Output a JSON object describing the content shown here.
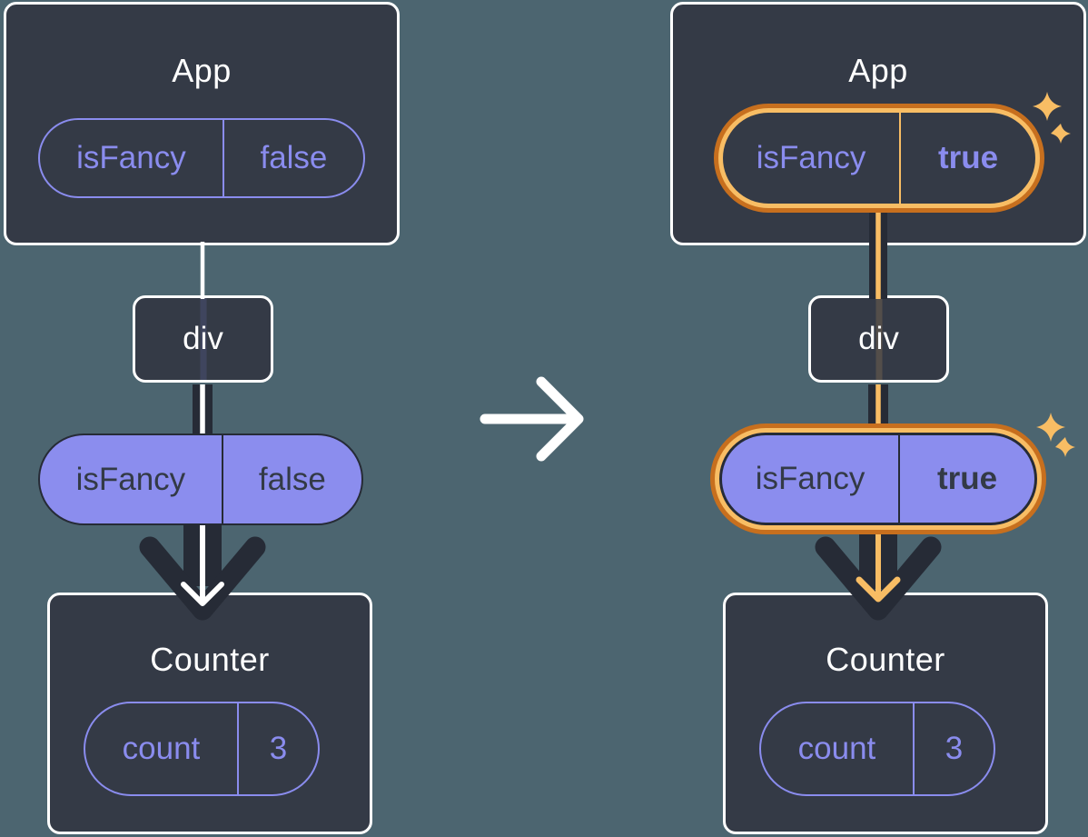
{
  "colors": {
    "background": "#4C6570",
    "panel_fill": "#343A46",
    "panel_border": "#FFFFFF",
    "accent_purple": "#8A8CEE",
    "pill_fill_purple": "#8B8DEE",
    "dark_text": "#333A46",
    "arrow_dark": "#262B36",
    "orange_outer": "#C76F1E",
    "orange_inner": "#F8BD64",
    "white": "#FFFFFF"
  },
  "before": {
    "app": {
      "title": "App",
      "state_name": "isFancy",
      "state_value": "false"
    },
    "middle": {
      "label": "div"
    },
    "prop": {
      "name": "isFancy",
      "value": "false"
    },
    "counter": {
      "title": "Counter",
      "state_name": "count",
      "state_value": "3"
    }
  },
  "after": {
    "app": {
      "title": "App",
      "state_name": "isFancy",
      "state_value": "true"
    },
    "middle": {
      "label": "div"
    },
    "prop": {
      "name": "isFancy",
      "value": "true"
    },
    "counter": {
      "title": "Counter",
      "state_name": "count",
      "state_value": "3"
    }
  }
}
